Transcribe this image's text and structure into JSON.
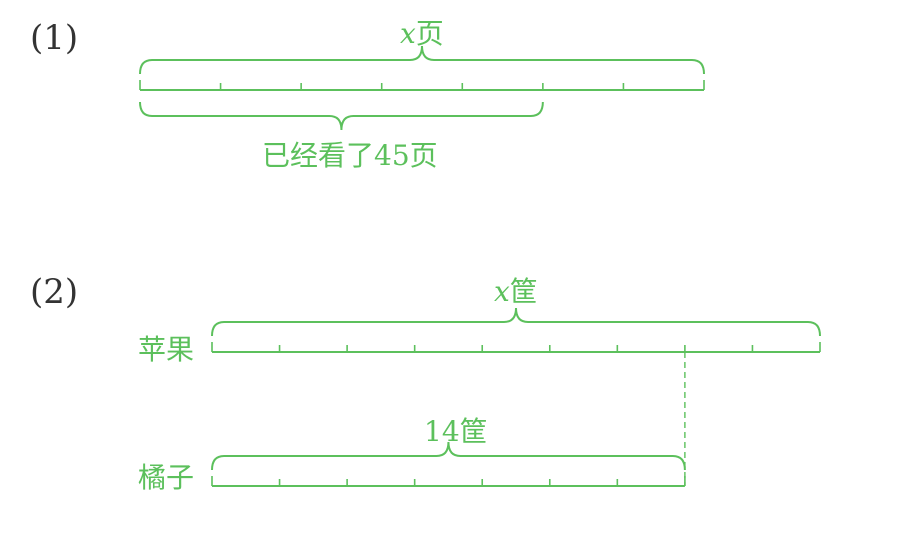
{
  "colors": {
    "ink": "#333333",
    "diagram": "#5cc05c"
  },
  "problem1": {
    "number": "(1)",
    "top_var": "x",
    "top_unit": "页",
    "bottom_label": "已经看了45页",
    "segments": 7,
    "read_segments": 5
  },
  "problem2": {
    "number": "(2)",
    "apple_label": "苹果",
    "orange_label": "橘子",
    "top_var": "x",
    "top_unit": "筐",
    "bottom_label": "14筐",
    "apple_segments": 9,
    "orange_segments": 7
  }
}
